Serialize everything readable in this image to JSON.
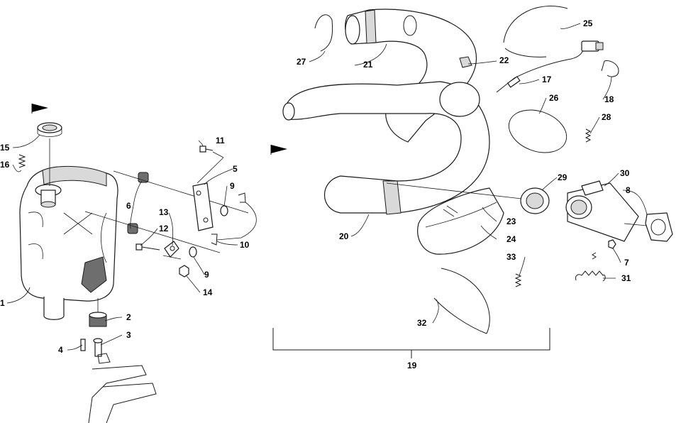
{
  "diagram": {
    "callouts": [
      {
        "id": "c1",
        "label": "1"
      },
      {
        "id": "c2",
        "label": "2"
      },
      {
        "id": "c3",
        "label": "3"
      },
      {
        "id": "c4",
        "label": "4"
      },
      {
        "id": "c5",
        "label": "5"
      },
      {
        "id": "c6",
        "label": "6"
      },
      {
        "id": "c7",
        "label": "7"
      },
      {
        "id": "c8",
        "label": "8"
      },
      {
        "id": "c9a",
        "label": "9"
      },
      {
        "id": "c9b",
        "label": "9"
      },
      {
        "id": "c10",
        "label": "10"
      },
      {
        "id": "c11",
        "label": "11"
      },
      {
        "id": "c12",
        "label": "12"
      },
      {
        "id": "c13",
        "label": "13"
      },
      {
        "id": "c14",
        "label": "14"
      },
      {
        "id": "c15",
        "label": "15"
      },
      {
        "id": "c16",
        "label": "16"
      },
      {
        "id": "c17",
        "label": "17"
      },
      {
        "id": "c18",
        "label": "18"
      },
      {
        "id": "c19",
        "label": "19"
      },
      {
        "id": "c20",
        "label": "20"
      },
      {
        "id": "c21",
        "label": "21"
      },
      {
        "id": "c22",
        "label": "22"
      },
      {
        "id": "c23",
        "label": "23"
      },
      {
        "id": "c24",
        "label": "24"
      },
      {
        "id": "c25",
        "label": "25"
      },
      {
        "id": "c26",
        "label": "26"
      },
      {
        "id": "c27",
        "label": "27"
      },
      {
        "id": "c28",
        "label": "28"
      },
      {
        "id": "c29",
        "label": "29"
      },
      {
        "id": "c30",
        "label": "30"
      },
      {
        "id": "c31",
        "label": "31"
      },
      {
        "id": "c32",
        "label": "32"
      },
      {
        "id": "c33",
        "label": "33"
      }
    ]
  }
}
